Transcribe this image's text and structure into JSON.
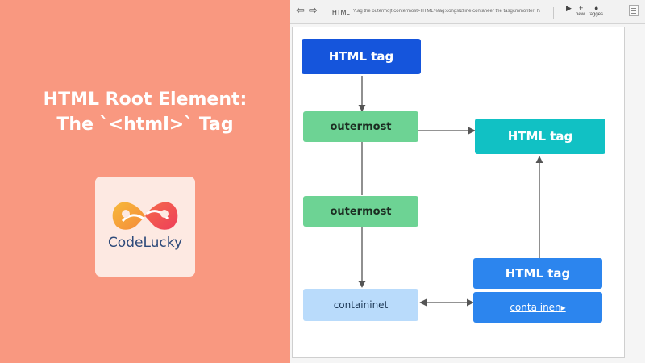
{
  "hero": {
    "title_line1": "HTML Root Element:",
    "title_line2": "The `<html>` Tag",
    "background": "#f99880",
    "logo": {
      "text": "CodeLucky"
    }
  },
  "browser": {
    "nav": {
      "back_icon": "arrow-left-icon",
      "forward_icon": "arrow-right-icon"
    },
    "address": {
      "tab_label": "HTML",
      "text": "?.ag the outermo|t:contermost>HTML%tag:congsl2lline contaneer the tasgcmmonter: hapolmes"
    },
    "toolbar": {
      "new_tab_label": "new",
      "tags_label": "tagges"
    }
  },
  "diagram": {
    "nodes": {
      "top": "HTML tag",
      "outermost_1": "outermost",
      "right_top": "HTML tag",
      "outermost_2": "outermost",
      "bottom_left": "containinet",
      "bottom_right_top": "HTML tag",
      "bottom_right_bottom": "conta inen▸"
    },
    "colors": {
      "blue": "#1555dc",
      "green": "#6dd394",
      "teal": "#11c1c4",
      "sky": "#2c85ee",
      "pale": "#b9dbfb",
      "arrow": "#555555"
    }
  }
}
